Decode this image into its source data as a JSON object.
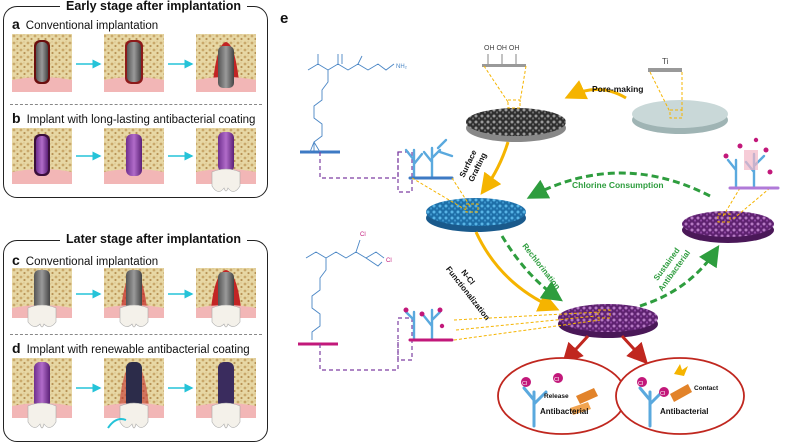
{
  "left": {
    "early": {
      "title": "Early stage after implantation",
      "a": {
        "letter": "a",
        "label": "Conventional implantation"
      },
      "b": {
        "letter": "b",
        "label": "Implant with long-lasting antibacterial coating"
      }
    },
    "later": {
      "title": "Later stage after implantation",
      "c": {
        "letter": "c",
        "label": "Conventional implantation"
      },
      "d": {
        "letter": "d",
        "label": "Implant with renewable antibacterial coating"
      }
    }
  },
  "right": {
    "panel_letter": "e",
    "ti_label": "Ti",
    "oh_label": "OH OH OH",
    "pore_making": "Pore-making",
    "surface_grafting_1": "Surface",
    "surface_grafting_2": "Grafting",
    "chlorine_consumption": "Chlorine Consumption",
    "rechlorination": "Rechlorination",
    "nci_1": "N-Cl",
    "nci_2": "Functionalization",
    "sustained_1": "Sustained",
    "sustained_2": "Antibacterial",
    "release": "Release",
    "contact": "Contact",
    "antibacterial_left": "Antibacterial",
    "antibacterial_right": "Antibacterial",
    "cl": "Cl",
    "nh2": "NH₂",
    "colors": {
      "arrow_orange": "#f5b400",
      "arrow_green": "#2e9d3e",
      "arrow_red": "#c0271f",
      "dashed_purple": "#7d3fa2",
      "blue_disc": "#2f8fd0",
      "purple_disc": "#8a3f99",
      "grey_disc": "#bfcfcf",
      "chloramine": "#c2187a"
    }
  }
}
